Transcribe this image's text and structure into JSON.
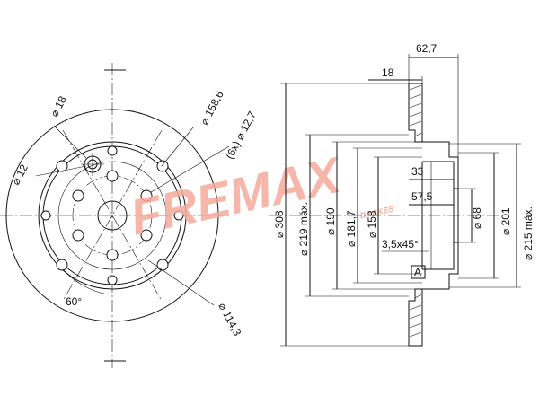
{
  "front_view": {
    "labels": {
      "hole_dia": "⌀ 18",
      "small_hole_dia": "⌀ 12",
      "pcd_outer": "⌀ 158,6",
      "bolt_spec": "(6x) ⌀ 12,7",
      "bolt_circle": "⌀ 114,3",
      "angle": "60°"
    }
  },
  "side_view": {
    "labels": {
      "total_height": "62,7",
      "hub_thickness": "18",
      "dim_33": "33",
      "dim_57": "57,5",
      "chamfer": "3,5x45°",
      "datum": "A",
      "d_308": "⌀ 308",
      "d_219": "⌀ 219 máx.",
      "d_190": "⌀ 190",
      "d_181": "⌀ 181,7",
      "d_158": "⌀ 158",
      "d_68": "⌀ 68",
      "d_201": "⌀ 201",
      "d_215": "⌀ 215 máx."
    }
  },
  "brand": {
    "logo": "FREMAX",
    "tagline": "BRAKES",
    "color": "#f4a99a"
  }
}
